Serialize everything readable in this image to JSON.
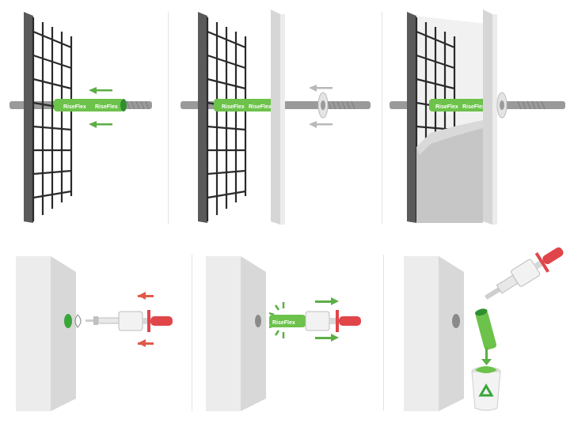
{
  "sleeve": {
    "brand_label": "RiseFlex",
    "color": "#6cc24a",
    "dark_color": "#2f8f2f"
  },
  "colors": {
    "arrow_green": "#5cae45",
    "arrow_red": "#e05a4a",
    "arrow_grey": "#b9b9b9",
    "tool_red": "#e0454a",
    "mesh": "#2a2a2a",
    "rod": "#9a9a9a",
    "wall_face": "#ececec",
    "wall_side": "#d6d6d6",
    "concrete": "#c6c6c6",
    "recycle": "#3aa63a"
  },
  "steps": [
    {
      "id": 1,
      "icons": [
        "rebar-mesh-icon",
        "tie-rod-icon",
        "sleeve-icon",
        "arrow-left-icon"
      ]
    },
    {
      "id": 2,
      "icons": [
        "rebar-mesh-icon",
        "formwork-panel-icon",
        "washer-icon",
        "arrow-left-icon"
      ]
    },
    {
      "id": 3,
      "icons": [
        "rebar-mesh-icon",
        "concrete-pour-icon",
        "formwork-panel-icon"
      ]
    },
    {
      "id": 4,
      "icons": [
        "concrete-wall-icon",
        "extraction-tool-icon",
        "arrow-right-icon"
      ]
    },
    {
      "id": 5,
      "icons": [
        "concrete-wall-icon",
        "extraction-tool-icon",
        "sleeve-icon",
        "arrow-right-icon"
      ]
    },
    {
      "id": 6,
      "icons": [
        "concrete-wall-icon",
        "extraction-tool-icon",
        "sleeve-icon",
        "recycle-bin-icon"
      ]
    }
  ]
}
